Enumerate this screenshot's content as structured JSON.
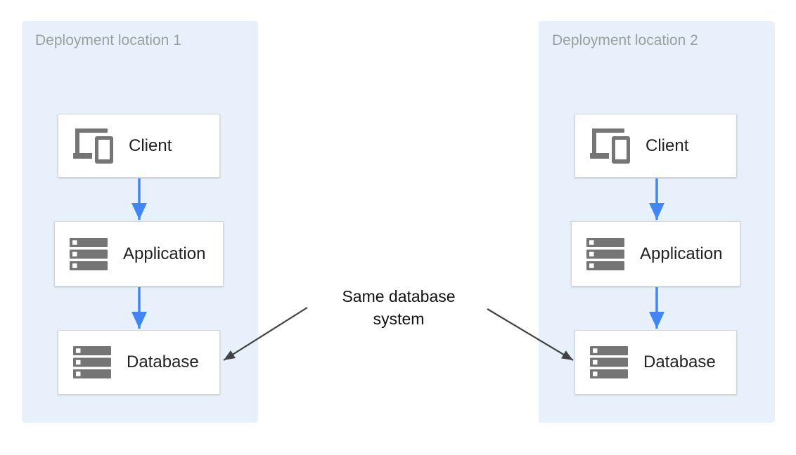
{
  "diagram": {
    "panels": [
      {
        "title": "Deployment location 1",
        "nodes": [
          {
            "label": "Client",
            "icon": "client-devices-icon"
          },
          {
            "label": "Application",
            "icon": "server-stack-icon"
          },
          {
            "label": "Database",
            "icon": "server-stack-icon"
          }
        ]
      },
      {
        "title": "Deployment location 2",
        "nodes": [
          {
            "label": "Client",
            "icon": "client-devices-icon"
          },
          {
            "label": "Application",
            "icon": "server-stack-icon"
          },
          {
            "label": "Database",
            "icon": "server-stack-icon"
          }
        ]
      }
    ],
    "annotation": {
      "line1": "Same database",
      "line2": "system"
    },
    "edges": [
      {
        "from": "client-1",
        "to": "application-1",
        "type": "flow"
      },
      {
        "from": "application-1",
        "to": "database-1",
        "type": "flow"
      },
      {
        "from": "client-2",
        "to": "application-2",
        "type": "flow"
      },
      {
        "from": "application-2",
        "to": "database-2",
        "type": "flow"
      },
      {
        "from": "annotation",
        "to": "database-1",
        "type": "annotation"
      },
      {
        "from": "annotation",
        "to": "database-2",
        "type": "annotation"
      }
    ],
    "colors": {
      "panel_bg": "#E8F1FB",
      "node_bg": "#FFFFFF",
      "node_border": "#D6D6D6",
      "icon_gray": "#757575",
      "flow_arrow_blue": "#4285F4",
      "annotation_arrow_gray": "#424242",
      "panel_title_gray": "#9E9E9E",
      "node_label": "#212121",
      "annotation_text": "#111111"
    }
  }
}
